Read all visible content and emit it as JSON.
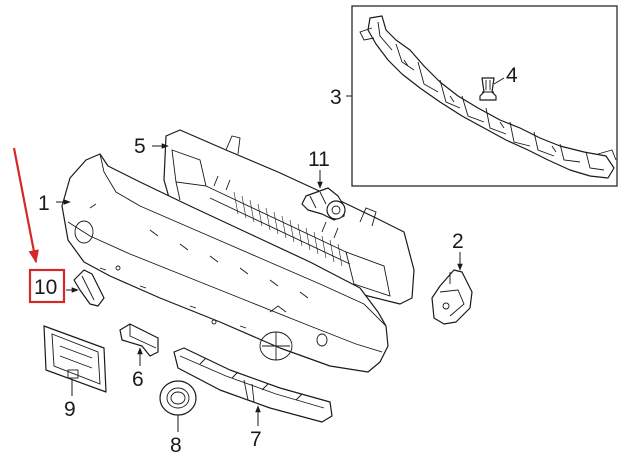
{
  "diagram": {
    "callouts": [
      {
        "id": "1",
        "label": "1"
      },
      {
        "id": "2",
        "label": "2"
      },
      {
        "id": "3",
        "label": "3"
      },
      {
        "id": "4",
        "label": "4"
      },
      {
        "id": "5",
        "label": "5"
      },
      {
        "id": "6",
        "label": "6"
      },
      {
        "id": "7",
        "label": "7"
      },
      {
        "id": "8",
        "label": "8"
      },
      {
        "id": "9",
        "label": "9"
      },
      {
        "id": "10",
        "label": "10"
      },
      {
        "id": "11",
        "label": "11"
      }
    ],
    "highlighted_callout": "10",
    "highlight_color": "#d62828",
    "line_color": "#1a1a1a",
    "background_color": "#ffffff"
  }
}
